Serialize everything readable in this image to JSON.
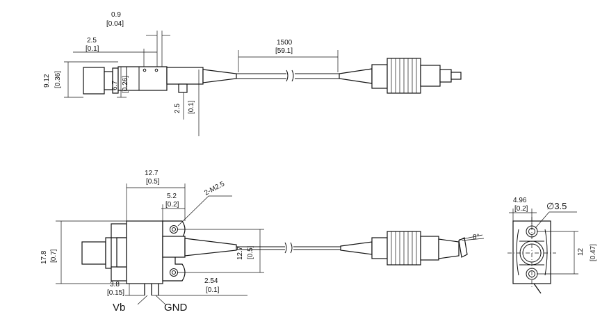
{
  "top_view": {
    "gap_mm": "0.9",
    "gap_in": "[0.04]",
    "offset_mm": "2.5",
    "offset_in": "[0.1]",
    "cable_mm": "1500",
    "cable_in": "[59.1]",
    "height_mm": "9.12",
    "height_in": "[0.36]",
    "inner_mm": "6.7",
    "inner_in": "[0.26]",
    "pin_mm": "2.5",
    "pin_in": "[0.1]"
  },
  "front_view": {
    "width_mm": "12.7",
    "width_in": "[0.5]",
    "hole_offset_mm": "5.2",
    "hole_offset_in": "[0.2]",
    "screw_note": "2-M2.5",
    "height_mm": "17.8",
    "height_in": "[0.7]",
    "hole_span_mm": "12.7",
    "hole_span_in": "[0.5]",
    "pin_mm": "3.8",
    "pin_in": "[0.15]",
    "pitch_mm": "2.54",
    "pitch_in": "[0.1]",
    "angle": "8°",
    "pin_vb": "Vb",
    "pin_gnd": "GND"
  },
  "side_view": {
    "width_mm": "4.96",
    "width_in": "[0.2]",
    "hole_dia": "∅3.5",
    "height_mm": "12",
    "height_in": "[0.47]"
  }
}
